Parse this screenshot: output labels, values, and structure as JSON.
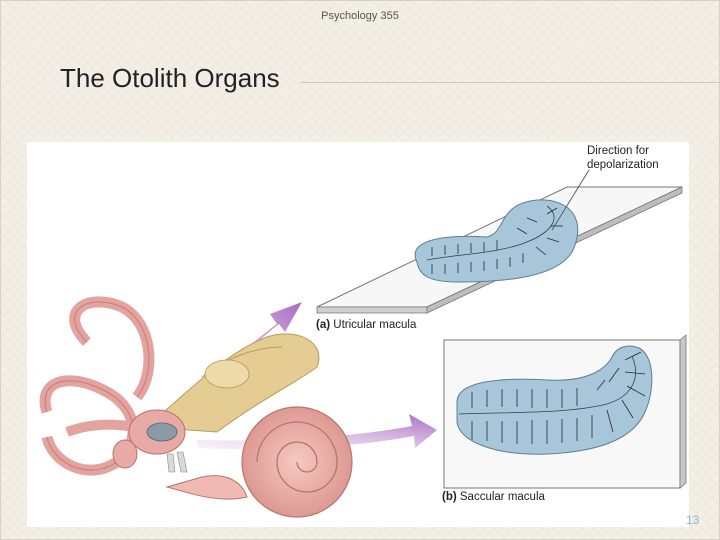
{
  "header": {
    "course": "Psychology 355"
  },
  "slide": {
    "title": "The Otolith Organs",
    "page_number": "13"
  },
  "figure": {
    "direction_label_line1": "Direction for",
    "direction_label_line2": "depolarization",
    "panel_a_letter": "(a)",
    "panel_a_name": "Utricular macula",
    "panel_b_letter": "(b)",
    "panel_b_name": "Saccular macula"
  },
  "colors": {
    "macula_fill": "#9fbfd4",
    "arrow_purple": "#b07ac4",
    "ear_pink": "#e8a7a3",
    "nerve_tan": "#e2c98f"
  }
}
